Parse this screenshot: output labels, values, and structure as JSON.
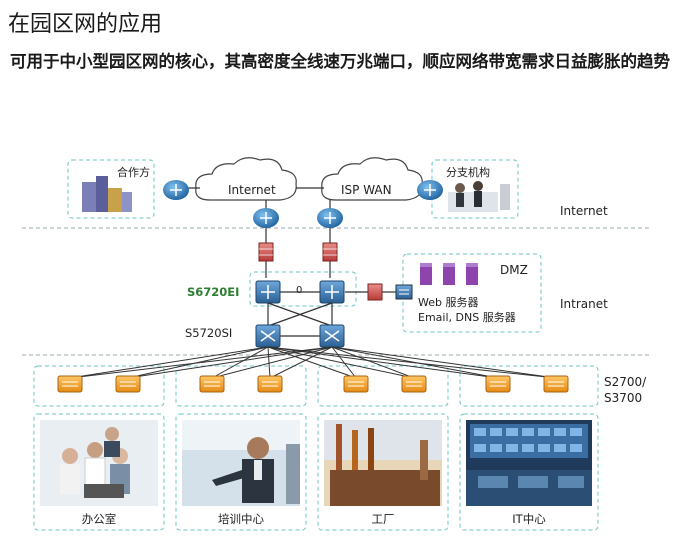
{
  "page": {
    "title": "在园区网的应用",
    "subtitle": "可用于中小型园区网的核心，其高密度全线速万兆端口，顺应网络带宽需求日益膨胀的趋势"
  },
  "diagram": {
    "partner_label": "合作方",
    "branch_label": "分支机构",
    "internet_cloud": "Internet",
    "isp_cloud": "ISP WAN",
    "zone_internet": "Internet",
    "zone_intranet": "Intranet",
    "core_model": "S6720EI",
    "agg_model": "S5720SI",
    "access_model_line1": "S2700/",
    "access_model_line2": "S3700",
    "dmz_label": "DMZ",
    "dmz_web": "Web 服务器",
    "dmz_email": "Email, DNS 服务器",
    "stack_label": "0",
    "sites": [
      "办公室",
      "培训中心",
      "工厂",
      "IT中心"
    ]
  },
  "colors": {
    "zone_border": "#6cc6c6",
    "router_blue": "#2f7fc1",
    "switch_orange": "#f2a33a",
    "firewall_red": "#d9534f",
    "server_purple": "#8e44ad",
    "label_green": "#2e7d32"
  }
}
